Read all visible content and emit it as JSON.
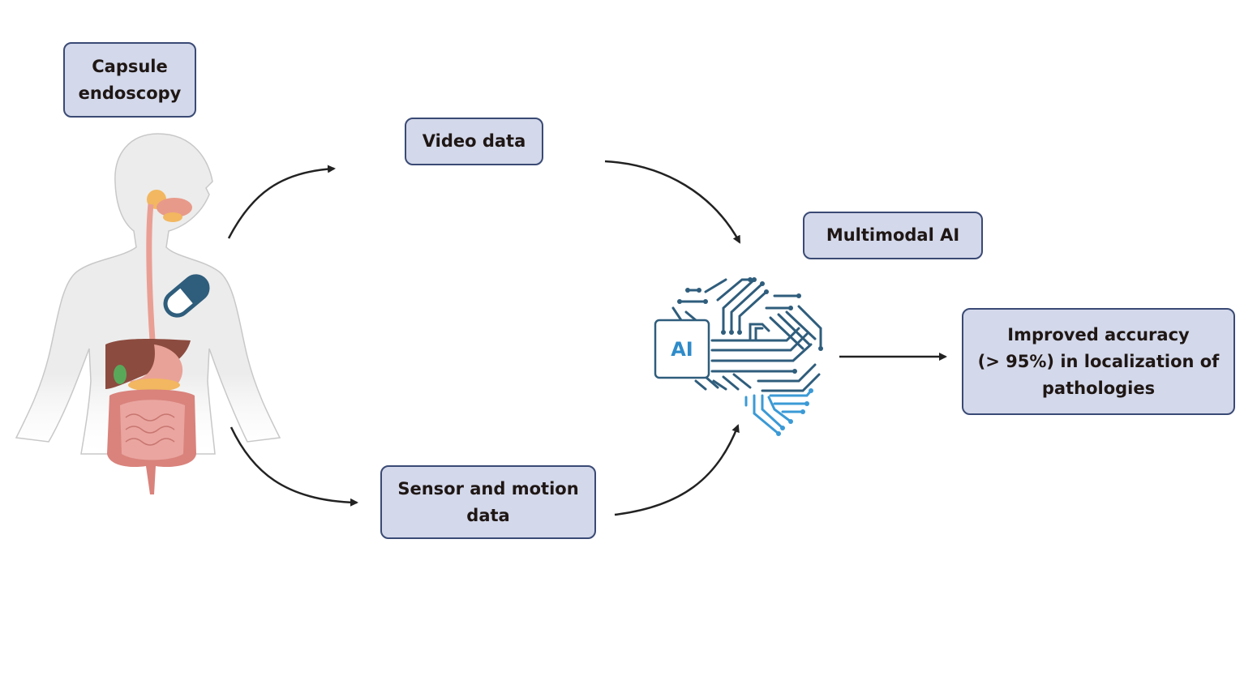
{
  "boxes": {
    "capsule": "Capsule\nendoscopy",
    "video": "Video data",
    "multimodal": "Multimodal AI",
    "sensor": "Sensor and motion\ndata",
    "result": "Improved accuracy\n(> 95%) in localization of\npathologies"
  },
  "ai_chip_label": "AI",
  "colors": {
    "box_fill": "#d3d8ea",
    "box_border": "#3a4a75",
    "arrow": "#222222",
    "brain_dark": "#2f5d7c",
    "brain_light": "#3b9ad6",
    "capsule_pill": "#2f5d7c",
    "body_fill": "#eeeeee"
  },
  "icons": [
    "human-digestive-system-illustration",
    "capsule-pill-icon",
    "ai-brain-circuit-icon"
  ],
  "edges": [
    {
      "from": "capsule-endoscopy",
      "to": "video-data"
    },
    {
      "from": "capsule-endoscopy",
      "to": "sensor-and-motion-data"
    },
    {
      "from": "video-data",
      "to": "multimodal-ai"
    },
    {
      "from": "sensor-and-motion-data",
      "to": "multimodal-ai"
    },
    {
      "from": "multimodal-ai",
      "to": "improved-accuracy"
    }
  ]
}
